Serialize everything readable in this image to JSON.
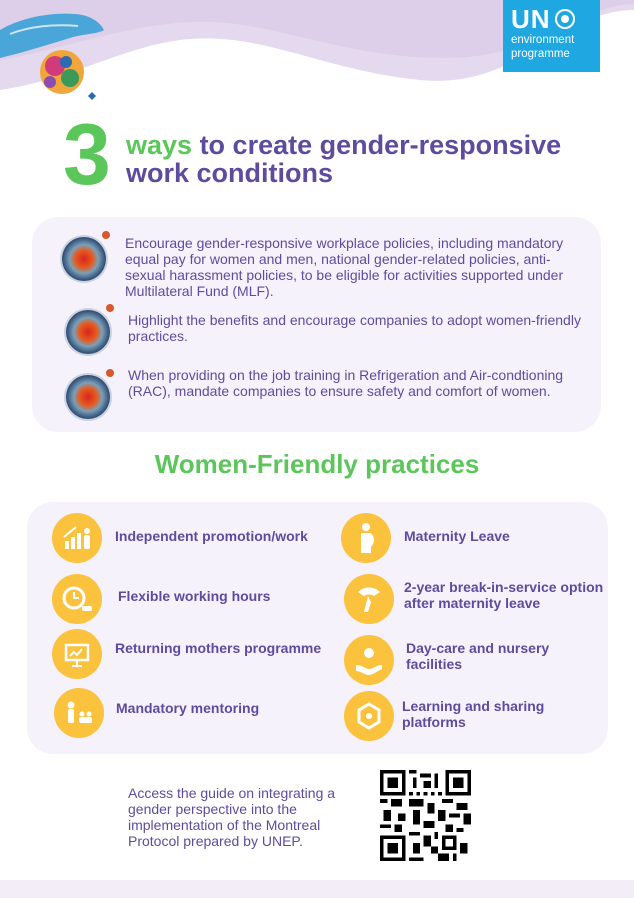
{
  "logo": {
    "line1": "UN",
    "line2": "environment",
    "line3": "programme"
  },
  "title": {
    "number": "3",
    "highlight": "ways",
    "line1_rest": " to create gender-responsive",
    "line2": "work conditions"
  },
  "ways": [
    {
      "text": "Encourage gender-responsive workplace policies, including mandatory equal pay for women and men, national gender-related policies, anti-sexual harassment policies, to be eligible for activities supported under Multilateral Fund (MLF)."
    },
    {
      "text": "Highlight the benefits and encourage companies to adopt women-friendly practices."
    },
    {
      "text": "When providing on the job training in Refrigeration and Air-condtioning (RAC), mandate companies to ensure safety and comfort of women."
    }
  ],
  "section_title": "Women-Friendly practices",
  "practices": [
    {
      "label": "Independent promotion/work",
      "icon": "growth-chart-person-icon"
    },
    {
      "label": "Maternity Leave",
      "icon": "pregnant-woman-icon"
    },
    {
      "label": "Flexible working hours",
      "icon": "clock-person-icon"
    },
    {
      "label": "2-year break-in-service option after maternity leave",
      "icon": "hand-ribbon-icon"
    },
    {
      "label": "Returning mothers programme",
      "icon": "presentation-board-icon"
    },
    {
      "label": "Day-care and nursery facilities",
      "icon": "hand-baby-icon"
    },
    {
      "label": "Mandatory mentoring",
      "icon": "mentor-group-icon"
    },
    {
      "label": "Learning and sharing platforms",
      "icon": "hexagon-network-icon"
    }
  ],
  "access_text": "Access the guide on integrating a gender perspective into the implementation of the Montreal Protocol prepared by UNEP.",
  "colors": {
    "purple": "#5d4c9d",
    "green": "#5bc65a",
    "yellow": "#fbc23d",
    "unep_blue": "#1ea7e1",
    "panel": "#f6f2fb"
  }
}
